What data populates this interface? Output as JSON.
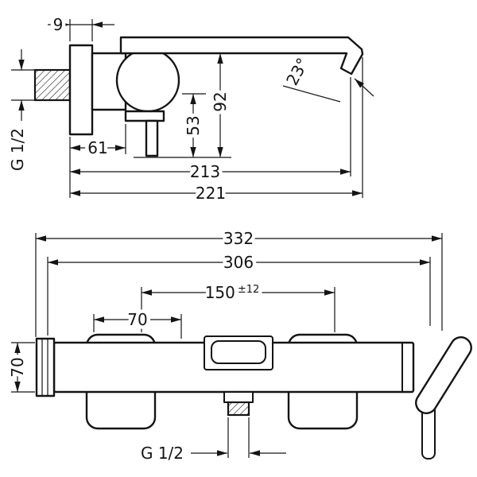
{
  "colors": {
    "line": "#141414",
    "background": "#ffffff"
  },
  "top_view": {
    "dim_plate_depth": "9",
    "dim_spout_height": "92",
    "dim_lever_height": "53",
    "dim_wall_to_lever": "61",
    "dim_wall_to_aerator": "213",
    "dim_total_projection": "221",
    "spout_angle": "23°",
    "thread_label": "G 1/2"
  },
  "front_view": {
    "dim_total_width": "332",
    "dim_body_width": "306",
    "dim_connection_distance": "150",
    "dim_connection_tolerance": "±12",
    "dim_escutcheon_offset": "70",
    "dim_body_height": "70",
    "thread_label": "G 1/2"
  }
}
